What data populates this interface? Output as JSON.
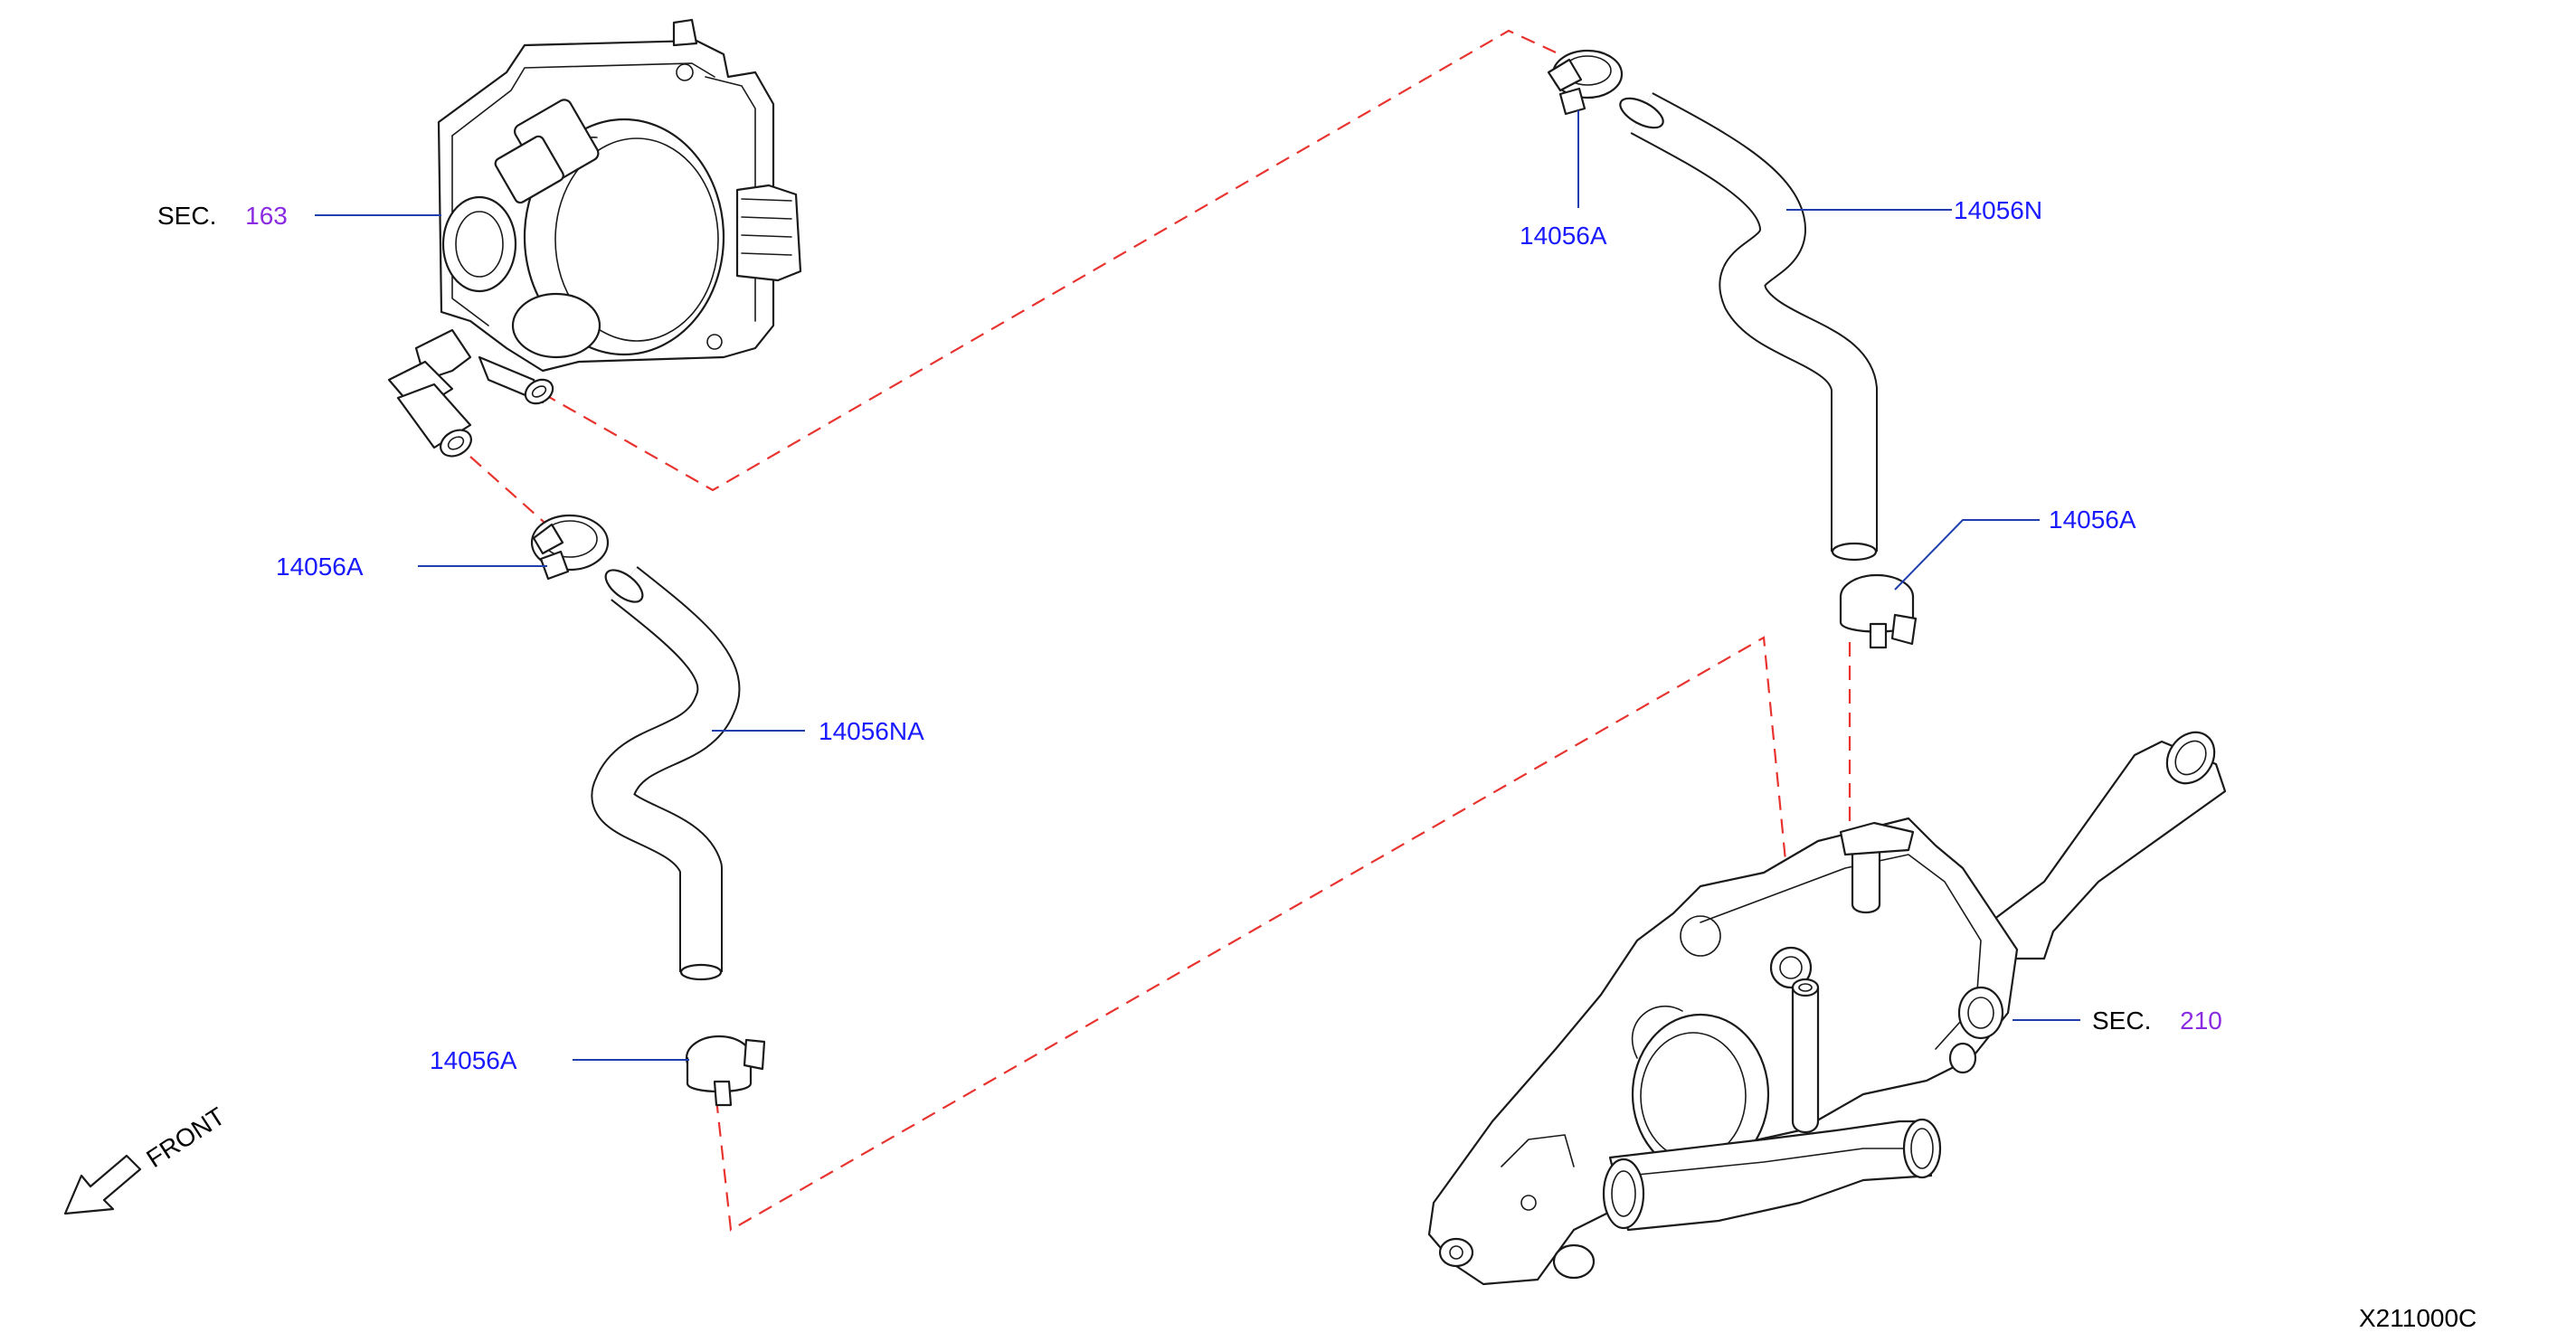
{
  "colors": {
    "part_number": "#1a1aff",
    "section_number": "#8a2be2",
    "text": "#000000",
    "leader": "#1f3fae",
    "dashed_guide": "#e8332e"
  },
  "labels": {
    "sec_163": {
      "prefix": "SEC.",
      "number": "163"
    },
    "sec_210": {
      "prefix": "SEC.",
      "number": "210"
    },
    "clamp_upper_left": "14056A",
    "clamp_lower_left": "14056A",
    "clamp_top_right": "14056A",
    "clamp_right_mid": "14056A",
    "hose_left": "14056NA",
    "hose_right": "14056N"
  },
  "front_indicator": "FRONT",
  "diagram_code": "X211000C"
}
